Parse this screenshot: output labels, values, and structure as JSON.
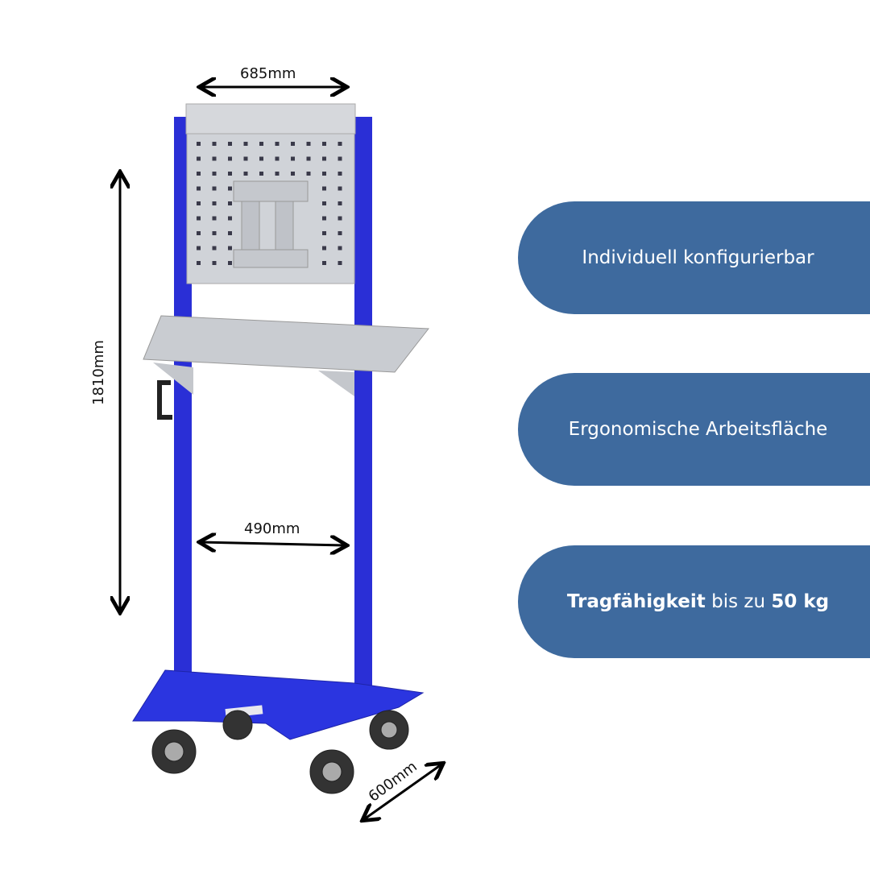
{
  "dimensions": {
    "top_width": "685mm",
    "height": "1810mm",
    "inner_width": "490mm",
    "depth": "600mm"
  },
  "features": [
    {
      "text": "Individuell konfigurierbar"
    },
    {
      "text": "Ergonomische Arbeitsfläche"
    },
    {
      "bold_prefix": "Tragfähigkeit",
      "middle": " bis zu ",
      "bold_suffix": "50 kg"
    }
  ],
  "colors": {
    "pill": "#3e6a9e",
    "frame": "#2a2fd6",
    "panel": "#d3d6da"
  }
}
